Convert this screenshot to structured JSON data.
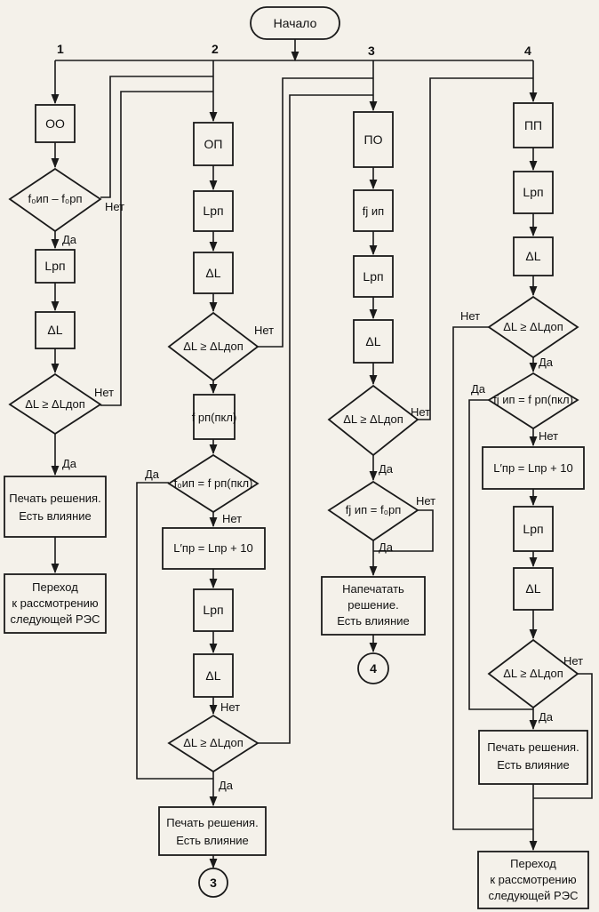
{
  "start": "Начало",
  "branches": [
    "1",
    "2",
    "3",
    "4"
  ],
  "labels": {
    "yes": "Да",
    "no": "Нет"
  },
  "nodes": {
    "c1_box": "ОО",
    "c1_cond": "f₀ип – f₀рп",
    "c1_lrp": "Lрп",
    "c1_dl": "ΔL",
    "c1_cond2": "ΔL ≥ ΔLдоп",
    "c1_print_1": "Печать решения.",
    "c1_print_2": "Есть влияние",
    "c1_next_1": "Переход",
    "c1_next_2": "к рассмотрению",
    "c1_next_3": "следующей РЭС",
    "c2_box": "ОП",
    "c2_lrp": "Lрп",
    "c2_dl": "ΔL",
    "c2_cond": "ΔL ≥ ΔLдоп",
    "c2_fpkl": "f рп(пкл)",
    "c2_cond2": "f₀ип = f рп(пкл)",
    "c2_lpr": "L′пр = Lпр + 10",
    "c2_lrp2": "Lрп",
    "c2_dl2": "ΔL",
    "c2_cond3": "ΔL ≥ ΔLдоп",
    "c2_print_1": "Печать решения.",
    "c2_print_2": "Есть влияние",
    "c2_conn": "3",
    "c3_box": "ПО",
    "c3_fj": "fj ип",
    "c3_lrp": "Lрп",
    "c3_dl": "ΔL",
    "c3_cond": "ΔL ≥ ΔLдоп",
    "c3_cond2": "fj ип = f₀рп",
    "c3_print_1": "Напечатать",
    "c3_print_2": "решение.",
    "c3_print_3": "Есть влияние",
    "c3_conn": "4",
    "c4_box": "ПП",
    "c4_lrp": "Lрп",
    "c4_dl": "ΔL",
    "c4_cond": "ΔL ≥ ΔLдоп",
    "c4_cond2": "fj ип = f рп(пкл)",
    "c4_lpr": "L′пр = Lпр + 10",
    "c4_lrp2": "Lрп",
    "c4_dl2": "ΔL",
    "c4_cond3": "ΔL ≥ ΔLдоп",
    "c4_print_1": "Печать решения.",
    "c4_print_2": "Есть влияние",
    "c4_next_1": "Переход",
    "c4_next_2": "к рассмотрению",
    "c4_next_3": "следующей РЭС"
  }
}
